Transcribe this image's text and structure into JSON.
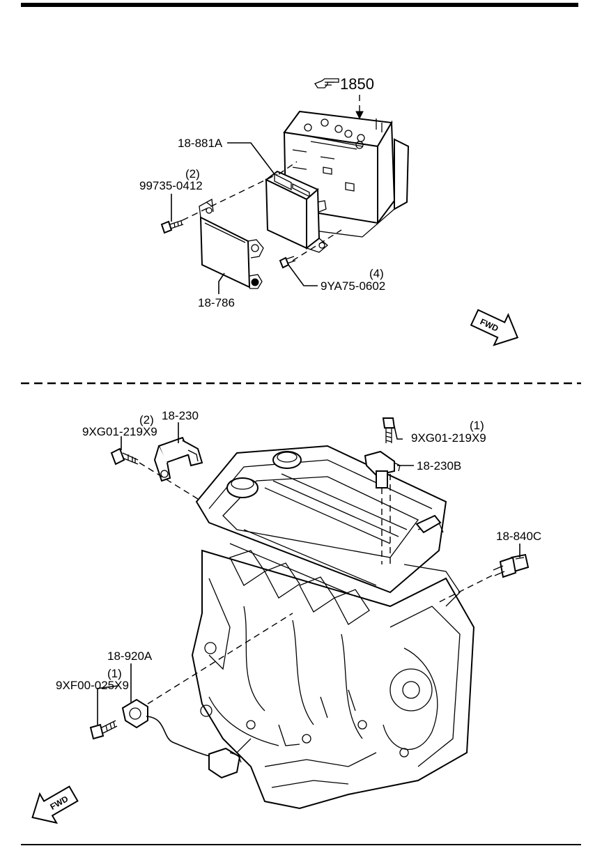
{
  "callouts": {
    "battery_ref": "1850",
    "bracket_pcm": "18-881A",
    "bolt_upper": "99735-0412",
    "bolt_upper_qty": "(2)",
    "cover": "18-786",
    "bolt_lower": "9YA75-0602",
    "bolt_lower_qty": "(4)",
    "cmp_sensor": "18-230",
    "bolt_cmp": "9XG01-219X9",
    "bolt_cmp_qty": "(2)",
    "bolt_ckp": "9XG01-219X9",
    "bolt_ckp_qty": "(1)",
    "ckp_sensor": "18-230B",
    "ect_sensor": "18-840C",
    "knock_sensor": "18-920A",
    "bolt_knock": "9XF00-025X9",
    "bolt_knock_qty": "(1)"
  },
  "fwd_label_top": "FWD",
  "fwd_label_bottom": "FWD",
  "icons": [
    "pointing-hand-icon",
    "fwd-arrow-icon"
  ]
}
